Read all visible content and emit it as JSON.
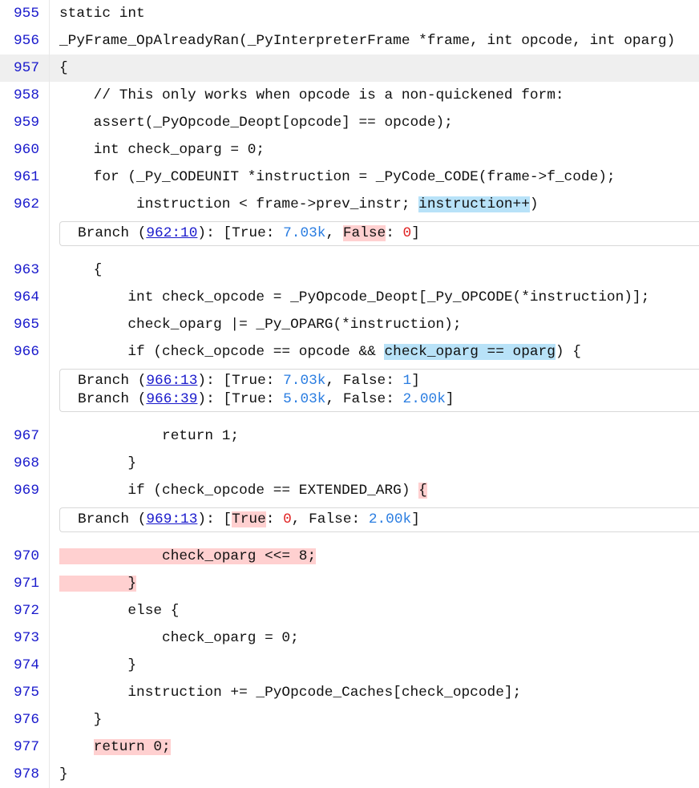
{
  "current_line": 957,
  "colors": {
    "uncovered": "#ffd0d0",
    "partial": "#b8e2f8",
    "line_number": "#1a1acc"
  },
  "rows": [
    {
      "type": "line",
      "n": "955",
      "seg": [
        {
          "t": "static int"
        }
      ]
    },
    {
      "type": "line",
      "n": "956",
      "seg": [
        {
          "t": "_PyFrame_OpAlreadyRan(_PyInterpreterFrame *frame, int opcode, int oparg)"
        }
      ]
    },
    {
      "type": "line",
      "n": "957",
      "seg": [
        {
          "t": "{"
        }
      ]
    },
    {
      "type": "line",
      "n": "958",
      "seg": [
        {
          "t": "    // This only works when opcode is a non-quickened form:"
        }
      ]
    },
    {
      "type": "line",
      "n": "959",
      "seg": [
        {
          "t": "    assert(_PyOpcode_Deopt[opcode] == opcode);"
        }
      ]
    },
    {
      "type": "line",
      "n": "960",
      "seg": [
        {
          "t": "    int check_oparg = 0;"
        }
      ]
    },
    {
      "type": "line",
      "n": "961",
      "seg": [
        {
          "t": "    for (_Py_CODEUNIT *instruction = _PyCode_CODE(frame->f_code);"
        }
      ]
    },
    {
      "type": "line",
      "n": "962",
      "seg": [
        {
          "t": "         instruction < frame->prev_instr; "
        },
        {
          "t": "instruction++",
          "hl": "blue"
        },
        {
          "t": ")"
        }
      ]
    },
    {
      "type": "branch",
      "items": [
        {
          "label": "Branch",
          "loc": "962:10",
          "true_label": "True",
          "true": "7.03k",
          "false_label": "False",
          "false": "0",
          "false_hl": true
        }
      ]
    },
    {
      "type": "line",
      "n": "963",
      "seg": [
        {
          "t": "    {"
        }
      ]
    },
    {
      "type": "line",
      "n": "964",
      "seg": [
        {
          "t": "        int check_opcode = _PyOpcode_Deopt[_Py_OPCODE(*instruction)];"
        }
      ]
    },
    {
      "type": "line",
      "n": "965",
      "seg": [
        {
          "t": "        check_oparg |= _Py_OPARG(*instruction);"
        }
      ]
    },
    {
      "type": "line",
      "n": "966",
      "seg": [
        {
          "t": "        if (check_opcode == opcode && "
        },
        {
          "t": "check_oparg == oparg",
          "hl": "blue"
        },
        {
          "t": ") {"
        }
      ]
    },
    {
      "type": "branch",
      "items": [
        {
          "label": "Branch",
          "loc": "966:13",
          "true_label": "True",
          "true": "7.03k",
          "false_label": "False",
          "false": "1"
        },
        {
          "label": "Branch",
          "loc": "966:39",
          "true_label": "True",
          "true": "5.03k",
          "false_label": "False",
          "false": "2.00k"
        }
      ]
    },
    {
      "type": "line",
      "n": "967",
      "seg": [
        {
          "t": "            return 1;"
        }
      ]
    },
    {
      "type": "line",
      "n": "968",
      "seg": [
        {
          "t": "        }"
        }
      ]
    },
    {
      "type": "line",
      "n": "969",
      "seg": [
        {
          "t": "        if (check_opcode == EXTENDED_ARG) "
        },
        {
          "t": "{",
          "hl": "red"
        }
      ]
    },
    {
      "type": "branch",
      "items": [
        {
          "label": "Branch",
          "loc": "969:13",
          "true_label": "True",
          "true": "0",
          "true_hl": true,
          "false_label": "False",
          "false": "2.00k"
        }
      ]
    },
    {
      "type": "line",
      "n": "970",
      "seg": [
        {
          "t": "            check_oparg <<= 8;",
          "hl": "red"
        }
      ]
    },
    {
      "type": "line",
      "n": "971",
      "seg": [
        {
          "t": "        }",
          "hl": "red"
        }
      ]
    },
    {
      "type": "line",
      "n": "972",
      "seg": [
        {
          "t": "        else {"
        }
      ]
    },
    {
      "type": "line",
      "n": "973",
      "seg": [
        {
          "t": "            check_oparg = 0;"
        }
      ]
    },
    {
      "type": "line",
      "n": "974",
      "seg": [
        {
          "t": "        }"
        }
      ]
    },
    {
      "type": "line",
      "n": "975",
      "seg": [
        {
          "t": "        instruction += _PyOpcode_Caches[check_opcode];"
        }
      ]
    },
    {
      "type": "line",
      "n": "976",
      "seg": [
        {
          "t": "    }"
        }
      ]
    },
    {
      "type": "line",
      "n": "977",
      "seg": [
        {
          "t": "    "
        },
        {
          "t": "return 0;",
          "hl": "red"
        }
      ]
    },
    {
      "type": "line",
      "n": "978",
      "seg": [
        {
          "t": "}"
        }
      ]
    }
  ]
}
